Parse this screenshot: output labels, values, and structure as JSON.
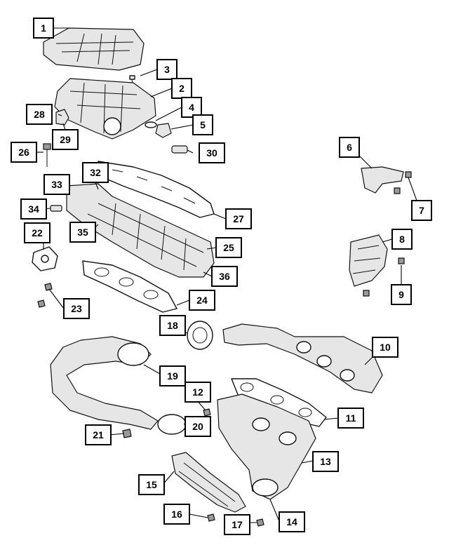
{
  "callouts": [
    {
      "id": "callout-1",
      "label": "1"
    },
    {
      "id": "callout-2",
      "label": "2"
    },
    {
      "id": "callout-3",
      "label": "3"
    },
    {
      "id": "callout-4",
      "label": "4"
    },
    {
      "id": "callout-5",
      "label": "5"
    },
    {
      "id": "callout-6",
      "label": "6"
    },
    {
      "id": "callout-7",
      "label": "7"
    },
    {
      "id": "callout-8",
      "label": "8"
    },
    {
      "id": "callout-9",
      "label": "9"
    },
    {
      "id": "callout-10",
      "label": "10"
    },
    {
      "id": "callout-11",
      "label": "11"
    },
    {
      "id": "callout-12",
      "label": "12"
    },
    {
      "id": "callout-13",
      "label": "13"
    },
    {
      "id": "callout-14",
      "label": "14"
    },
    {
      "id": "callout-15",
      "label": "15"
    },
    {
      "id": "callout-16",
      "label": "16"
    },
    {
      "id": "callout-17",
      "label": "17"
    },
    {
      "id": "callout-18",
      "label": "18"
    },
    {
      "id": "callout-19",
      "label": "19"
    },
    {
      "id": "callout-20",
      "label": "20"
    },
    {
      "id": "callout-21",
      "label": "21"
    },
    {
      "id": "callout-22",
      "label": "22"
    },
    {
      "id": "callout-23",
      "label": "23"
    },
    {
      "id": "callout-24",
      "label": "24"
    },
    {
      "id": "callout-25",
      "label": "25"
    },
    {
      "id": "callout-26",
      "label": "26"
    },
    {
      "id": "callout-27",
      "label": "27"
    },
    {
      "id": "callout-28",
      "label": "28"
    },
    {
      "id": "callout-29",
      "label": "29"
    },
    {
      "id": "callout-30",
      "label": "30"
    },
    {
      "id": "callout-32",
      "label": "32"
    },
    {
      "id": "callout-33",
      "label": "33"
    },
    {
      "id": "callout-34",
      "label": "34"
    },
    {
      "id": "callout-35",
      "label": "35"
    },
    {
      "id": "callout-36",
      "label": "36"
    }
  ]
}
